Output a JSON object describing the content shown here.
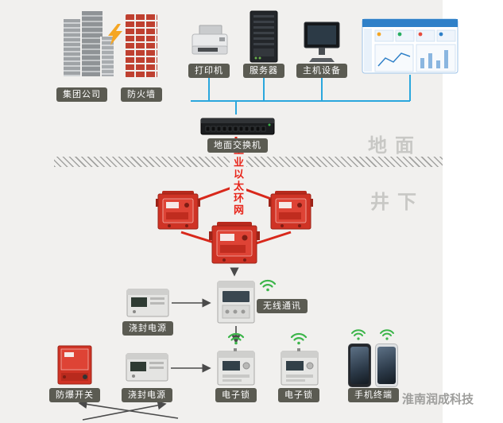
{
  "surface": {
    "group_company": "集团公司",
    "firewall": "防火墙",
    "printer": "打印机",
    "server": "服务器",
    "host_device": "主机设备",
    "ground_switch": "地面交换机",
    "zone_label": "地面"
  },
  "underground": {
    "zone_label": "井下",
    "ring_label": "工业以太环网",
    "wireless": "无线通讯",
    "sealed_power_upper": "浇封电源",
    "explosion_proof_switch": "防爆开关",
    "sealed_power_lower": "浇封电源",
    "electronic_lock_left": "电子锁",
    "electronic_lock_right": "电子锁",
    "mobile_terminal": "手机终端"
  },
  "watermark": "淮南润成科技",
  "colors": {
    "background": "#f1f0ee",
    "bus_line_blue": "#2aa7dd",
    "ring_line_red": "#d8281b",
    "label_pill_bg": "#5b5b52",
    "wifi_green": "#3cb54a",
    "zone_text": "#c8c8c5",
    "device_red": "#cf3325",
    "lightning_yellow": "#f5a623"
  }
}
